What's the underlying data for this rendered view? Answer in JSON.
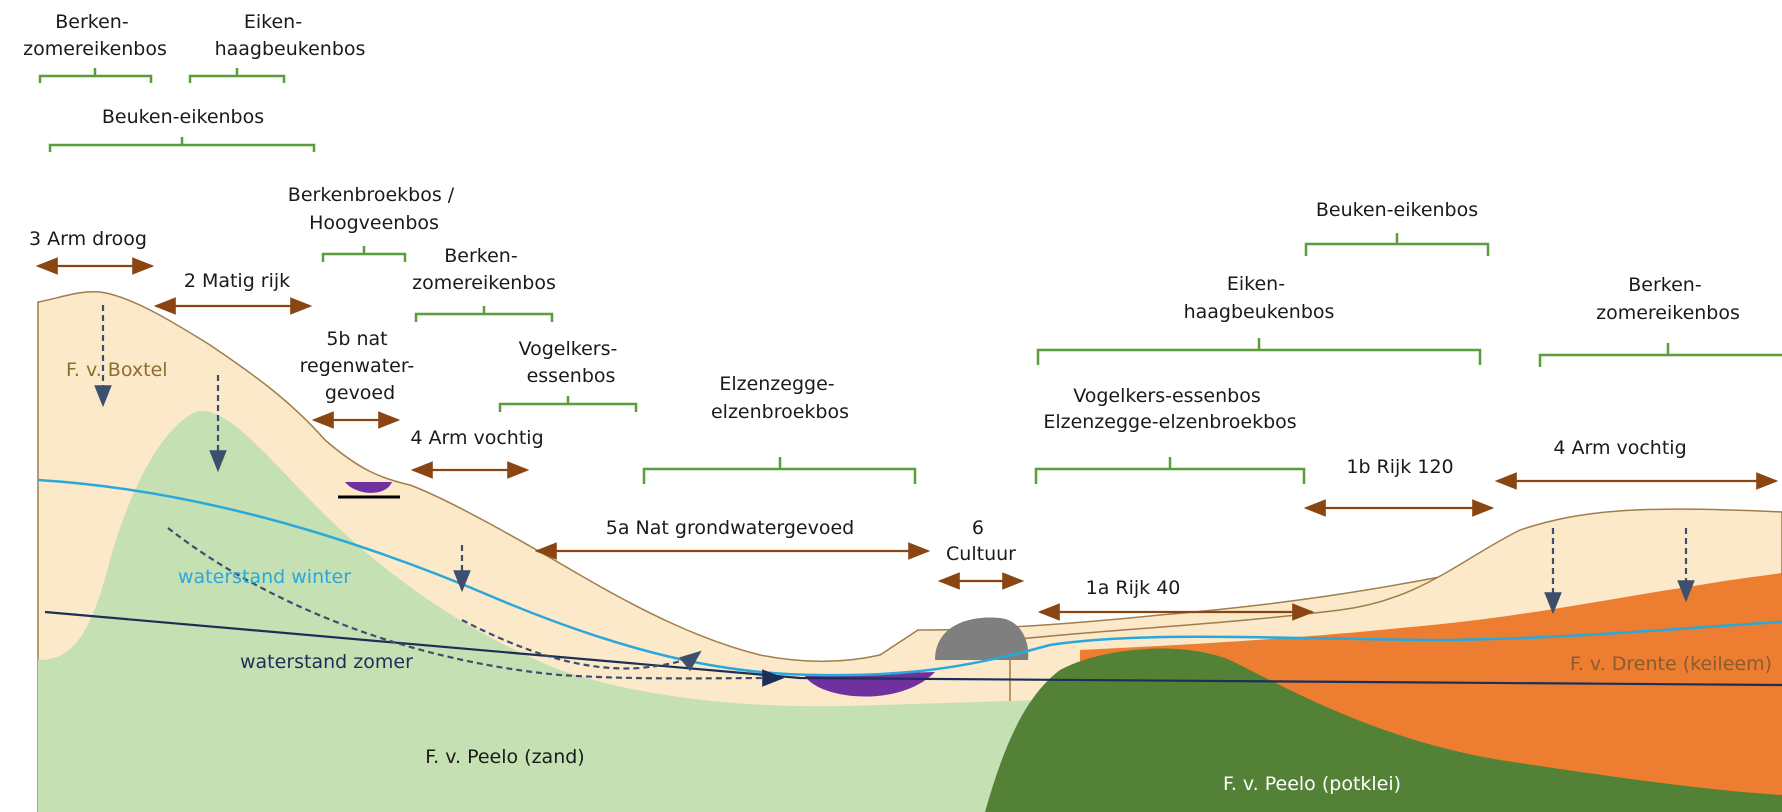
{
  "vegetation": {
    "berken_zomereiken_1": [
      "Berken-",
      "zomereikenbos"
    ],
    "eiken_haagbeuken_1": [
      "Eiken-",
      "haagbeukenbos"
    ],
    "beuken_eiken_1": "Beuken-eikenbos",
    "berkenbroek": [
      "Berkenbroekbos /",
      "Hoogveenbos"
    ],
    "berken_zomereiken_2": [
      "Berken-",
      "zomereikenbos"
    ],
    "vogelkers_1": [
      "Vogelkers-",
      "essenbos"
    ],
    "elzenzegge_1": [
      "Elzenzegge-",
      "elzenbroekbos"
    ],
    "vogelkers_elzenzegge": [
      "Vogelkers-essenbos",
      "Elzenzegge-elzenbroekbos"
    ],
    "eiken_haagbeuken_2": [
      "Eiken-",
      "haagbeukenbos"
    ],
    "beuken_eiken_2": "Beuken-eikenbos",
    "berken_zomereiken_3": [
      "Berken-",
      "zomereikenbos"
    ]
  },
  "zones": {
    "arm_droog": "3 Arm droog",
    "matig_rijk": "2 Matig rijk",
    "nat_regenwater": [
      "5b nat",
      "regenwater-",
      "gevoed"
    ],
    "arm_vochtig_1": "4 Arm vochtig",
    "nat_grondwater": "5a Nat grondwatergevoed",
    "cultuur": [
      "6",
      "Cultuur"
    ],
    "rijk_40": "1a Rijk 40",
    "rijk_120": "1b Rijk  120",
    "arm_vochtig_2": "4 Arm vochtig"
  },
  "formations": {
    "boxtel": "F. v. Boxtel",
    "peelo_zand": "F. v. Peelo (zand)",
    "peelo_potklei": "F. v. Peelo (potklei)",
    "drente": "F. v. Drente (keileem)"
  },
  "water": {
    "winter": "waterstand winter",
    "zomer": "waterstand zomer"
  },
  "colors": {
    "boxtel": "#fbe9c9",
    "peelo_zand": "#c5e0b3",
    "peelo_potklei": "#538135",
    "drente": "#ed7d31",
    "winter_line": "#29a8dc",
    "zomer_line": "#1b2f57",
    "bracket": "#5a9e3a",
    "arrow": "#8b4513",
    "peat": "#7030a0",
    "culture_mound": "#7f7f7f"
  }
}
